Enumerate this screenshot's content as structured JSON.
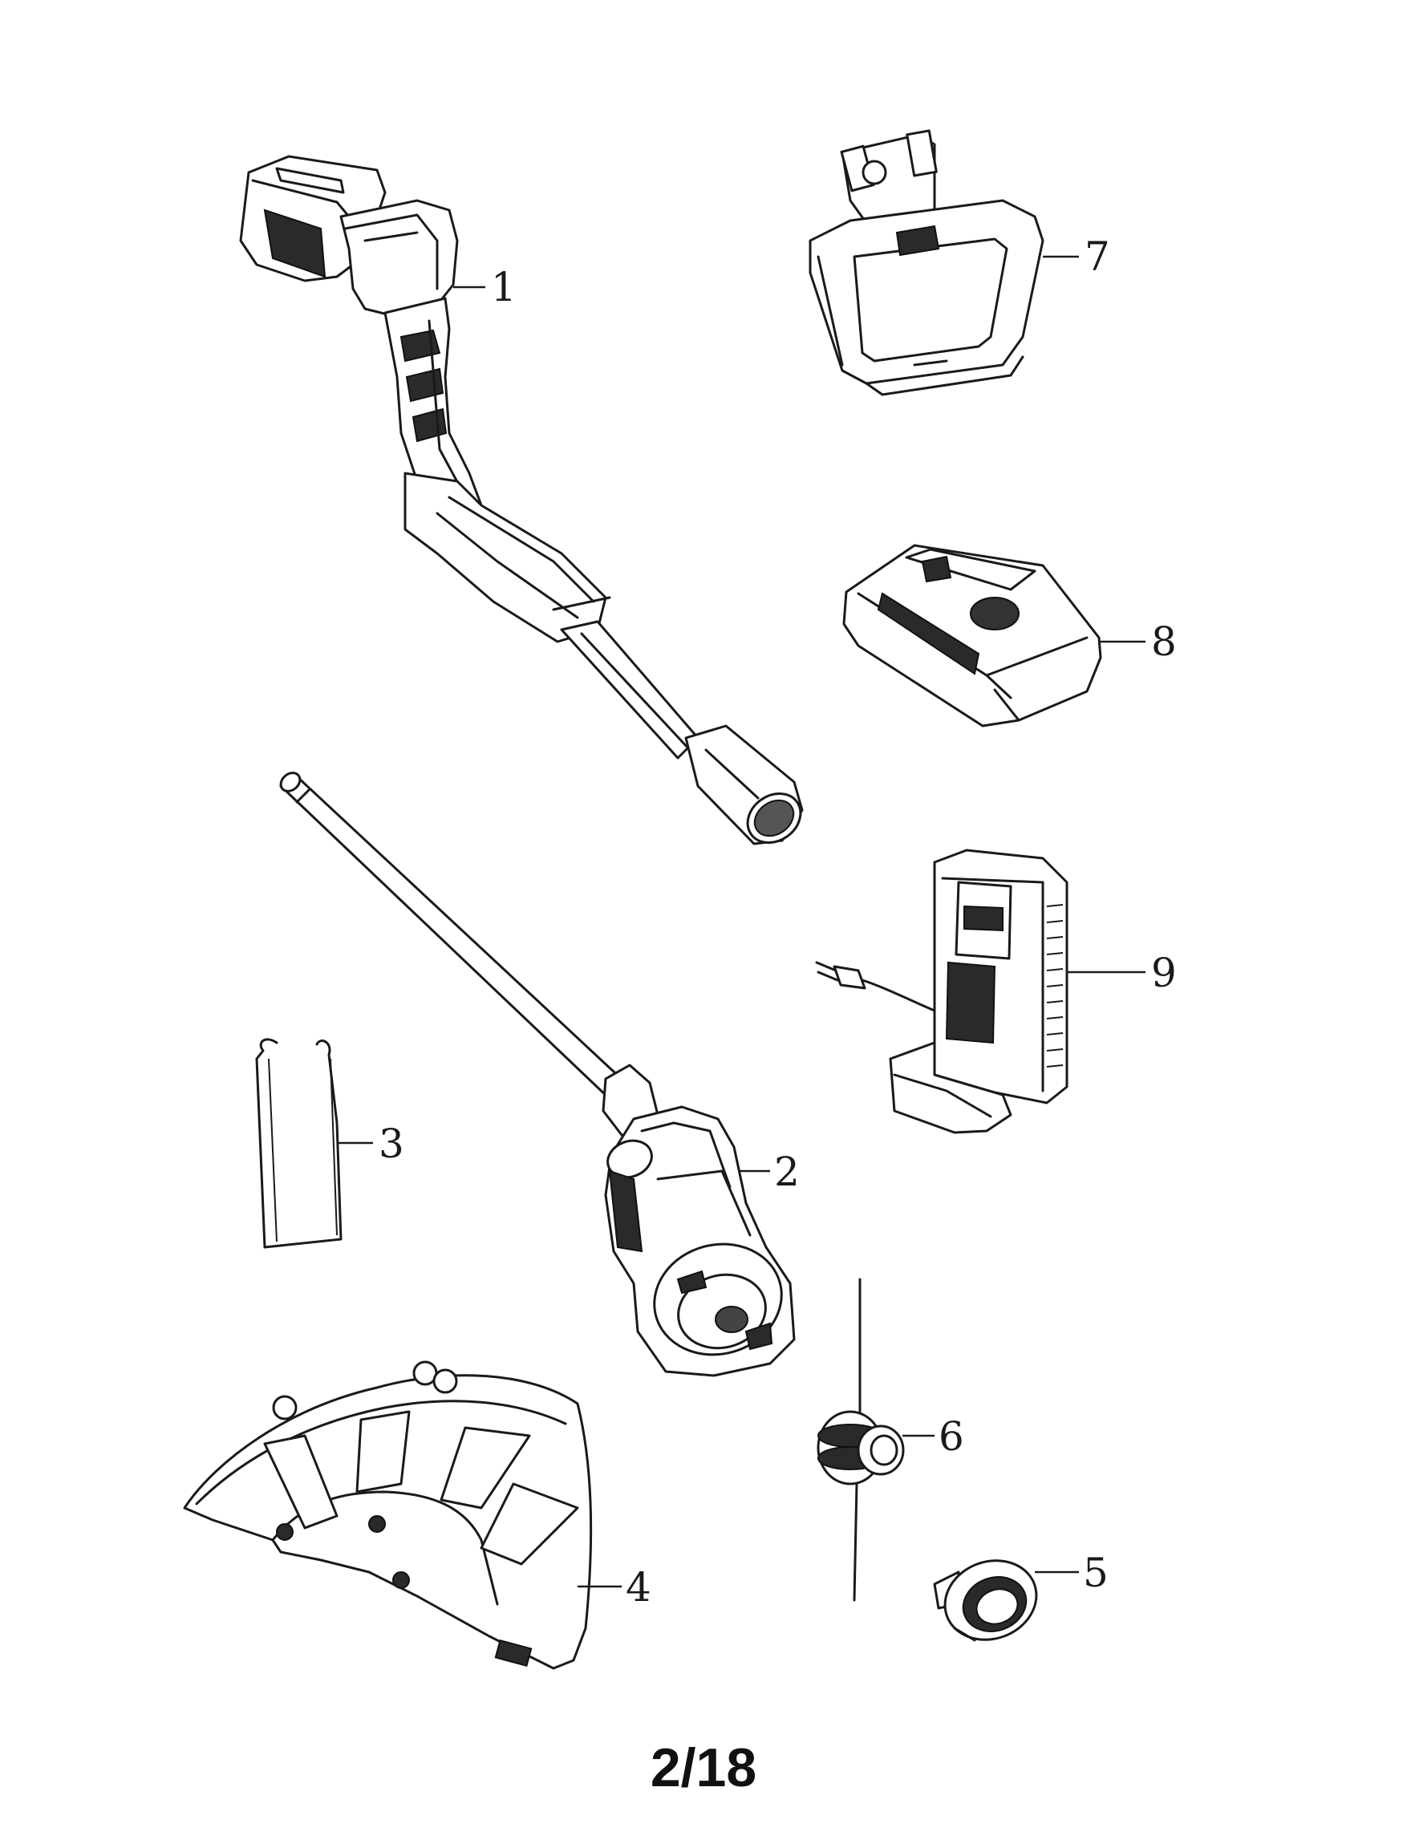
{
  "callouts": [
    {
      "id": 1,
      "label": "1"
    },
    {
      "id": 2,
      "label": "2"
    },
    {
      "id": 3,
      "label": "3"
    },
    {
      "id": 4,
      "label": "4"
    },
    {
      "id": 5,
      "label": "5"
    },
    {
      "id": 6,
      "label": "6"
    },
    {
      "id": 7,
      "label": "7"
    },
    {
      "id": 8,
      "label": "8"
    },
    {
      "id": 9,
      "label": "9"
    }
  ],
  "page_number": "2/18",
  "colors": {
    "ink": "#1a1a1a",
    "background": "#ffffff"
  }
}
